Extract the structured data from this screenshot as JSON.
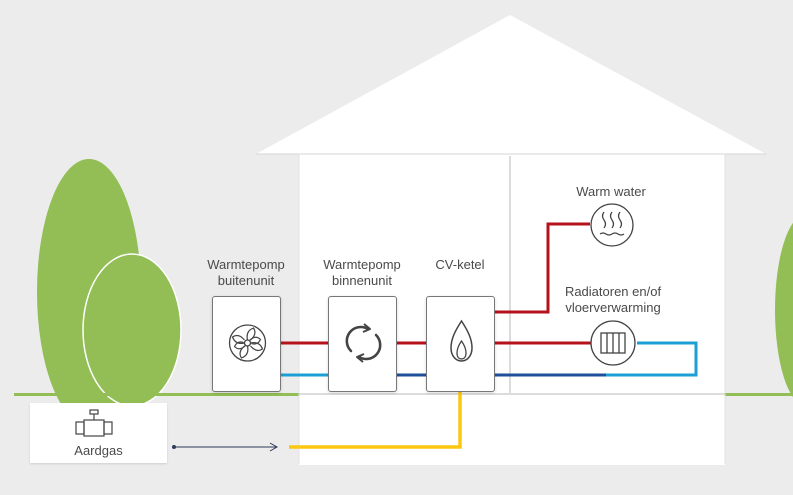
{
  "colors": {
    "background": "#ececec",
    "house": "#ffffff",
    "tree": "#92be55",
    "ground": "#92be55",
    "hot_pipe": "#b5121b",
    "cold_pipe_light": "#1c9fd4",
    "cold_pipe_dark": "#1f4e9b",
    "gas_pipe": "#fcc710",
    "icon_stroke": "#444444"
  },
  "labels": {
    "outdoor_unit": [
      "Warmtepomp",
      "buitenunit"
    ],
    "indoor_unit": [
      "Warmtepomp",
      "binnenunit"
    ],
    "boiler": "CV-ketel",
    "warm_water": "Warm water",
    "radiators": [
      "Radiatoren en/of",
      "vloerverwarming"
    ],
    "gas": "Aardgas"
  },
  "icons": {
    "outdoor_unit": "fan-icon",
    "indoor_unit": "cycle-arrows-icon",
    "boiler": "flame-icon",
    "warm_water": "hot-water-icon",
    "radiators": "radiator-icon",
    "gas": "gas-valve-icon"
  }
}
